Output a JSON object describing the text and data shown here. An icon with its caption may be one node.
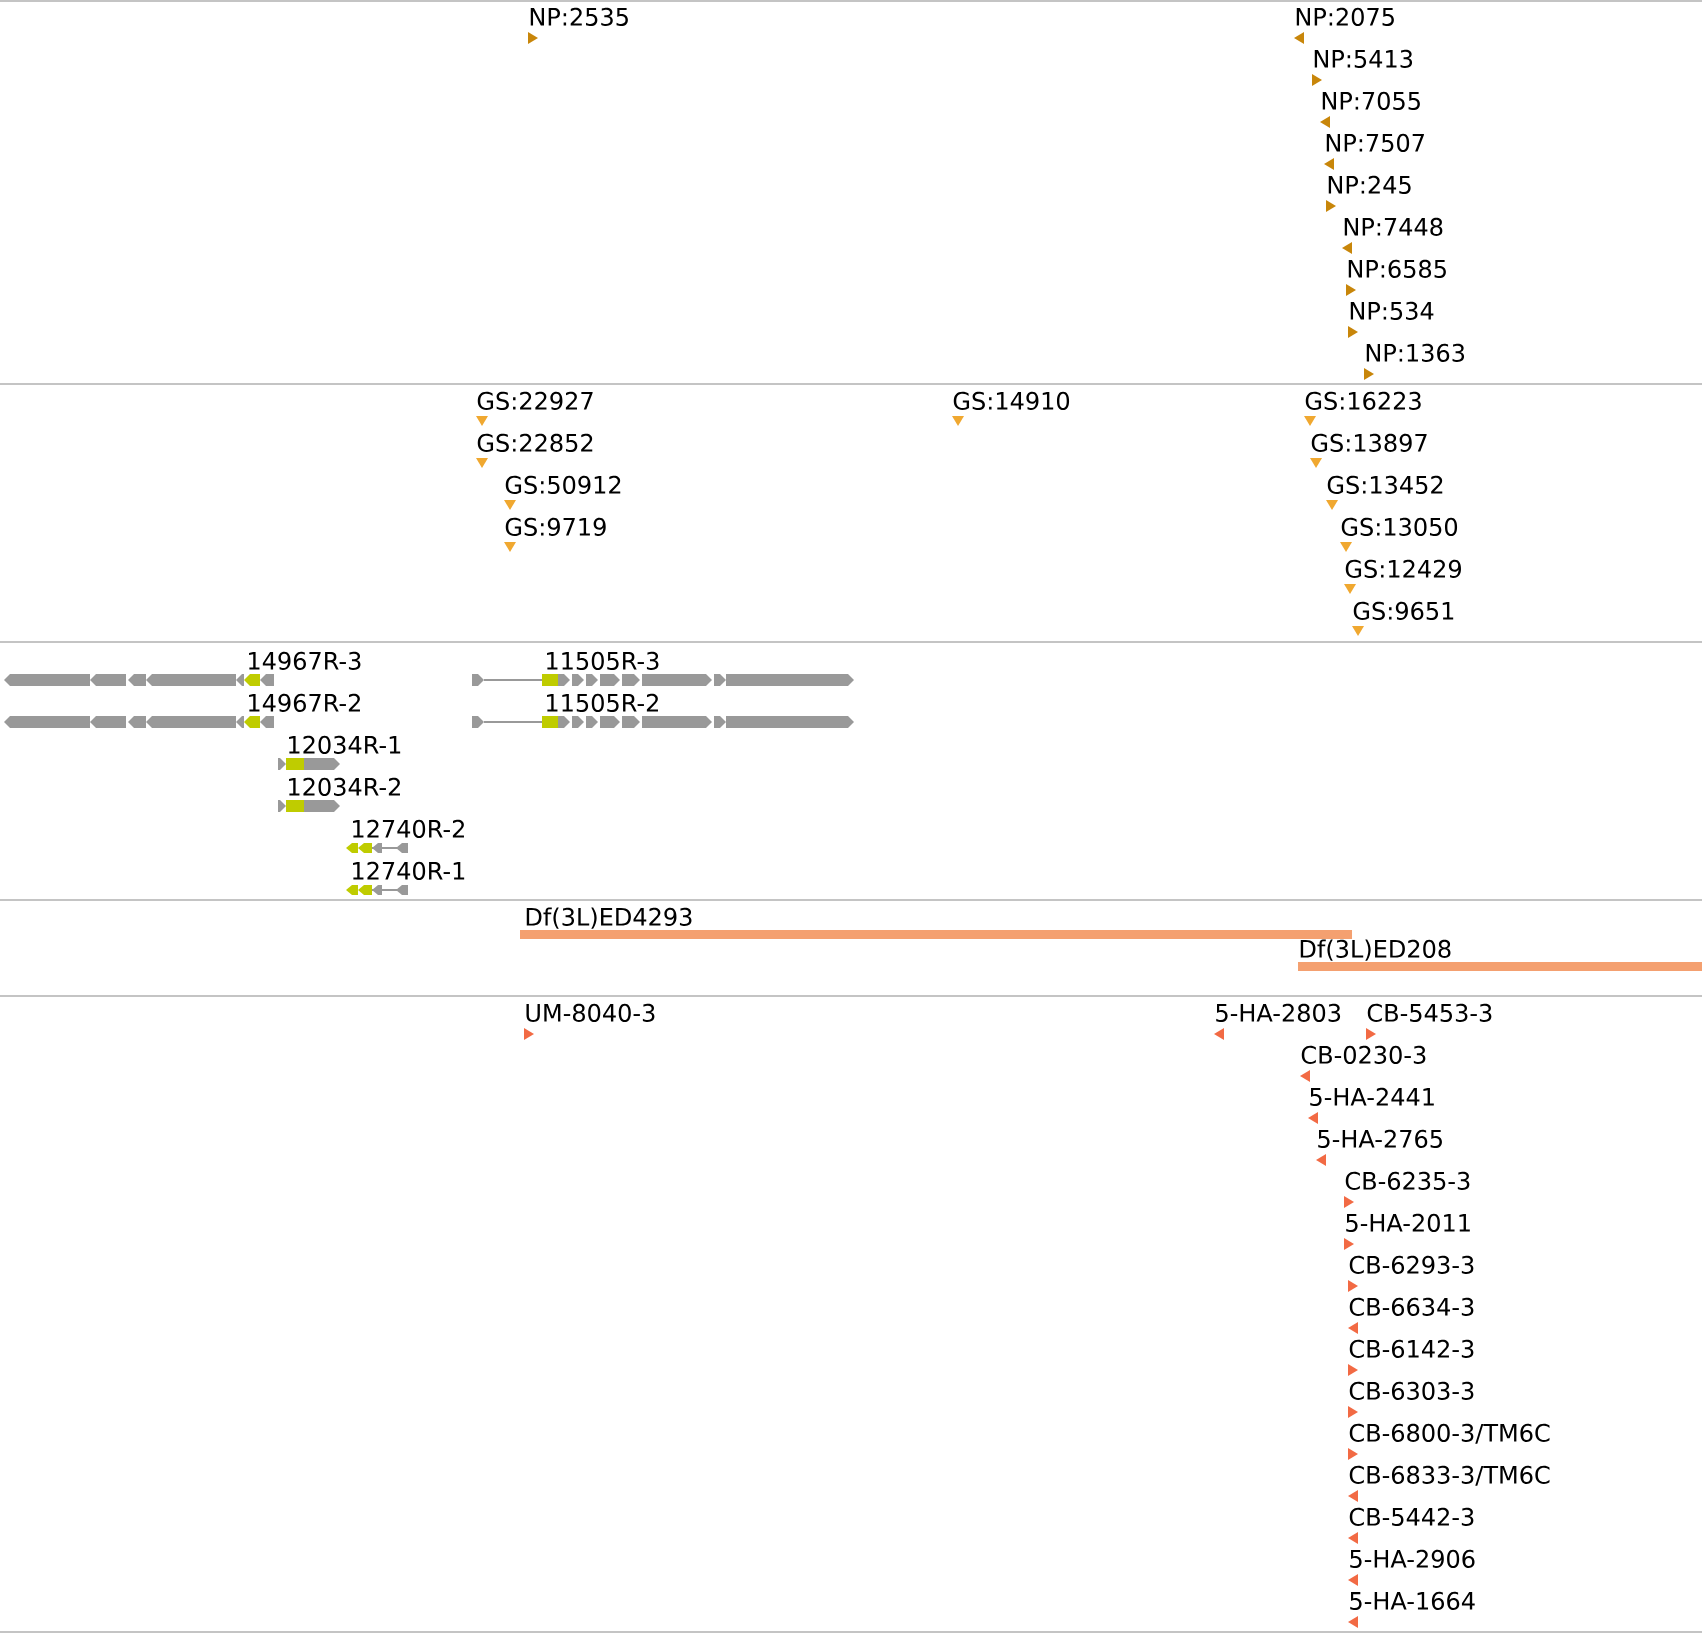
{
  "diagram": {
    "labels": [
      "NP:2535",
      "NP:2075",
      "NP:5413",
      "NP:7055",
      "NP:7507",
      "NP:245",
      "NP:7448",
      "NP:6585",
      "NP:534",
      "NP:1363",
      "GS:22927",
      "GS:14910",
      "GS:16223",
      "GS:22852",
      "GS:13897",
      "GS:50912",
      "GS:13452",
      "GS:9719",
      "GS:13050",
      "GS:12429",
      "GS:9651",
      "14967R-3",
      "11505R-3",
      "14967R-2",
      "11505R-2",
      "12034R-1",
      "12034R-2",
      "12740R-2",
      "12740R-1",
      "Df(3L)ED4293",
      "Df(3L)ED208",
      "UM-8040-3",
      "5-HA-2803",
      "CB-5453-3",
      "CB-0230-3",
      "5-HA-2441",
      "5-HA-2765",
      "CB-6235-3",
      "5-HA-2011",
      "CB-6293-3",
      "CB-6634-3",
      "CB-6142-3",
      "CB-6303-3",
      "CB-6800-3/TM6C",
      "CB-6833-3/TM6C",
      "CB-5442-3",
      "5-HA-2906",
      "5-HA-1664"
    ]
  }
}
